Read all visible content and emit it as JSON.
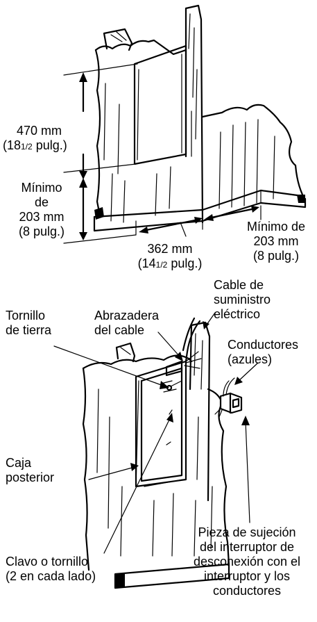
{
  "top_diagram": {
    "vertical_dim_1": {
      "line1": "470 mm",
      "line2_whole": "(18",
      "line2_frac": "1/2",
      "line2_rest": " pulg.)"
    },
    "vertical_dim_2": {
      "line1": "Mínimo",
      "line2": "de",
      "line3": "203 mm",
      "line4": "(8 pulg.)"
    },
    "horizontal_dim_1": {
      "line1": "362 mm",
      "line2_whole": "(14",
      "line2_frac": "1/2",
      "line2_rest": " pulg.)"
    },
    "horizontal_dim_2": {
      "line1": "Mínimo de",
      "line2": "203 mm",
      "line3": "(8 pulg.)"
    }
  },
  "bottom_diagram": {
    "supply_cable": {
      "line1": "Cable de",
      "line2": "suministro",
      "line3": "eléctrico"
    },
    "ground_screw": {
      "line1": "Tornillo",
      "line2": "de tierra"
    },
    "cable_clamp": {
      "line1": "Abrazadera",
      "line2": "del cable"
    },
    "conductors": {
      "line1": "Conductores",
      "line2": "(azules)"
    },
    "back_box": {
      "line1": "Caja",
      "line2": "posterior"
    },
    "nail_screw": {
      "line1": "Clavo o tornillo",
      "line2": "(2 en cada lado)"
    },
    "disconnect_bracket": {
      "line1": "Pieza de sujeción",
      "line2": "del interruptor de",
      "line3": "desconexión con el",
      "line4": "interruptor y los",
      "line5": "conductores"
    }
  }
}
